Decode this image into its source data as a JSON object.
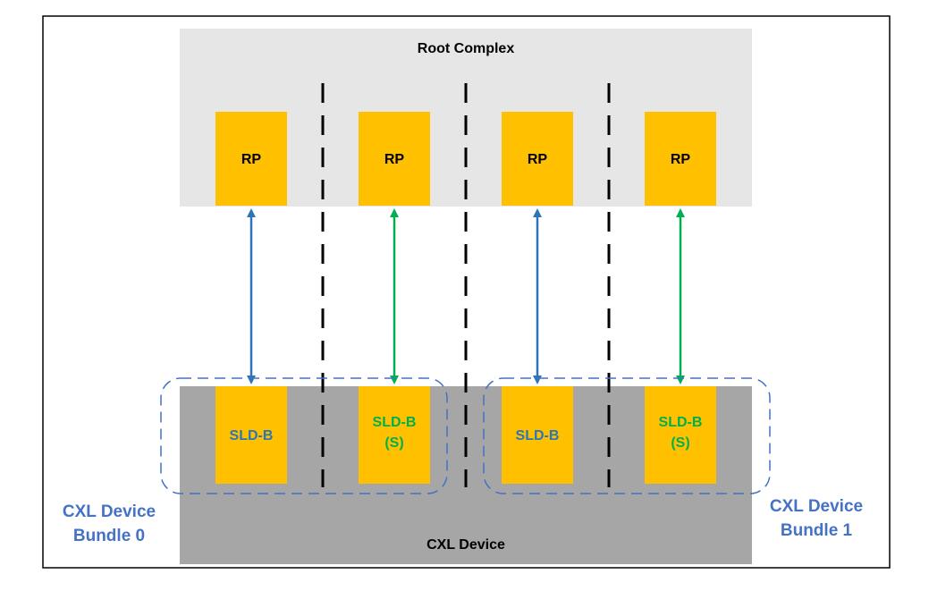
{
  "root_complex": {
    "label": "Root Complex"
  },
  "root_ports": [
    {
      "label": "RP"
    },
    {
      "label": "RP"
    },
    {
      "label": "RP"
    },
    {
      "label": "RP"
    }
  ],
  "device": {
    "label": "CXL Device"
  },
  "slds": [
    {
      "line1": "SLD-B",
      "line2": "",
      "color": "#2e75b6"
    },
    {
      "line1": "SLD-B",
      "line2": "(S)",
      "color": "#00b050"
    },
    {
      "line1": "SLD-B",
      "line2": "",
      "color": "#2e75b6"
    },
    {
      "line1": "SLD-B",
      "line2": "(S)",
      "color": "#00b050"
    }
  ],
  "links": [
    {
      "color": "#2e75b6"
    },
    {
      "color": "#00b050"
    },
    {
      "color": "#2e75b6"
    },
    {
      "color": "#00b050"
    }
  ],
  "bundles": [
    {
      "line1": "CXL Device",
      "line2": "Bundle 0"
    },
    {
      "line1": "CXL Device",
      "line2": "Bundle 1"
    }
  ],
  "colors": {
    "root_complex_fill": "#e7e6e6",
    "device_fill": "#a6a6a6",
    "port_fill": "#ffc000",
    "bundle_outline": "#4472c4",
    "bundle_text": "#4472c4",
    "divider": "#000000"
  }
}
